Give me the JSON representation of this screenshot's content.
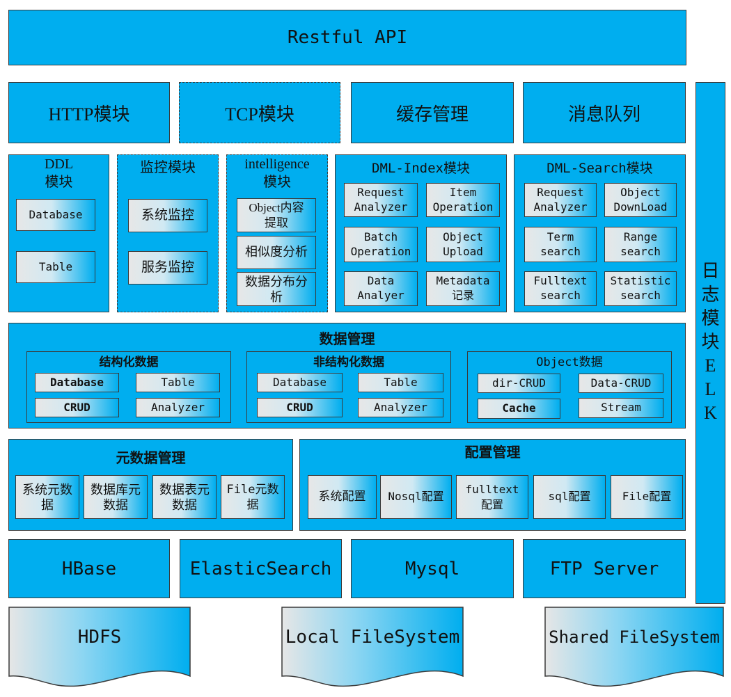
{
  "restful_api": "Restful API",
  "row1": {
    "http": "HTTP模块",
    "tcp": "TCP模块",
    "cache": "缓存管理",
    "mq": "消息队列"
  },
  "log_module": {
    "chars": [
      "日",
      "志",
      "模",
      "块",
      "E",
      "L",
      "K"
    ]
  },
  "ddl": {
    "title": "DDL\n模块",
    "items": [
      "Database",
      "Table"
    ]
  },
  "monitor": {
    "title": "监控模块",
    "items": [
      "系统监控",
      "服务监控"
    ]
  },
  "intelligence": {
    "title": "intelligence\n模块",
    "items": [
      "Object内容\n提取",
      "相似度分析",
      "数据分布分\n析"
    ]
  },
  "dml_index": {
    "title": "DML-Index模块",
    "items": [
      "Request\nAnalyzer",
      "Item\nOperation",
      "Batch\nOperation",
      "Object\nUpload",
      "Data\nAnalyer",
      "Metadata\n记录"
    ]
  },
  "dml_search": {
    "title": "DML-Search模块",
    "items": [
      "Request\nAnalyzer",
      "Object\nDownLoad",
      "Term\nsearch",
      "Range\nsearch",
      "Fulltext\nsearch",
      "Statistic\nsearch"
    ]
  },
  "data_mgmt": {
    "title": "数据管理",
    "structured": {
      "title": "结构化数据",
      "items": [
        "Database",
        "Table",
        "CRUD",
        "Analyzer"
      ]
    },
    "unstructured": {
      "title": "非结构化数据",
      "items": [
        "Database",
        "Table",
        "CRUD",
        "Analyzer"
      ]
    },
    "object": {
      "title": "Object数据",
      "items": [
        "dir-CRUD",
        "Data-CRUD",
        "Cache",
        "Stream"
      ]
    }
  },
  "meta_mgmt": {
    "title": "元数据管理",
    "items": [
      "系统元数\n据",
      "数据库元\n数据",
      "数据表元\n数据",
      "File元数\n据"
    ]
  },
  "config_mgmt": {
    "title": "配置管理",
    "items": [
      "系统配置",
      "Nosql配置",
      "fulltext\n配置",
      "sql配置",
      "File配置"
    ]
  },
  "storage": {
    "hbase": "HBase",
    "es": "ElasticSearch",
    "mysql": "Mysql",
    "ftp": "FTP Server"
  },
  "filesystems": {
    "hdfs": "HDFS",
    "local": "Local FileSystem",
    "shared": "Shared FileSystem"
  },
  "colors": {
    "primary": "#00AEEF",
    "border": "#3a3a3a",
    "gradient_start": "#e7e7e7"
  }
}
